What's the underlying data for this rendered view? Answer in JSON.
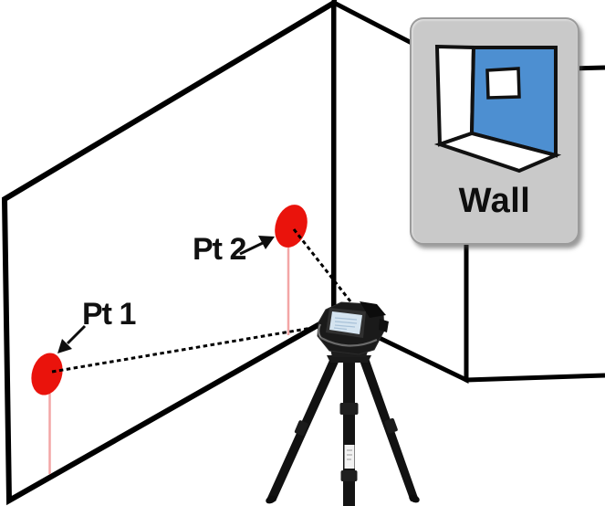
{
  "diagram": {
    "point1": {
      "label": "Pt 1"
    },
    "point2": {
      "label": "Pt 2"
    },
    "inset": {
      "label": "Wall"
    }
  },
  "colors": {
    "outline_black": "#000000",
    "target_red": "#ea130c",
    "plumb_pink": "#f3a6a6",
    "inset_bg": "#c9c9c9",
    "inset_border": "#9b9b9b",
    "icon_wall_blue": "#4d8fd1",
    "icon_outline": "#111111",
    "icon_face_white": "#ffffff",
    "station_screen_blue": "#d5e4f0"
  }
}
